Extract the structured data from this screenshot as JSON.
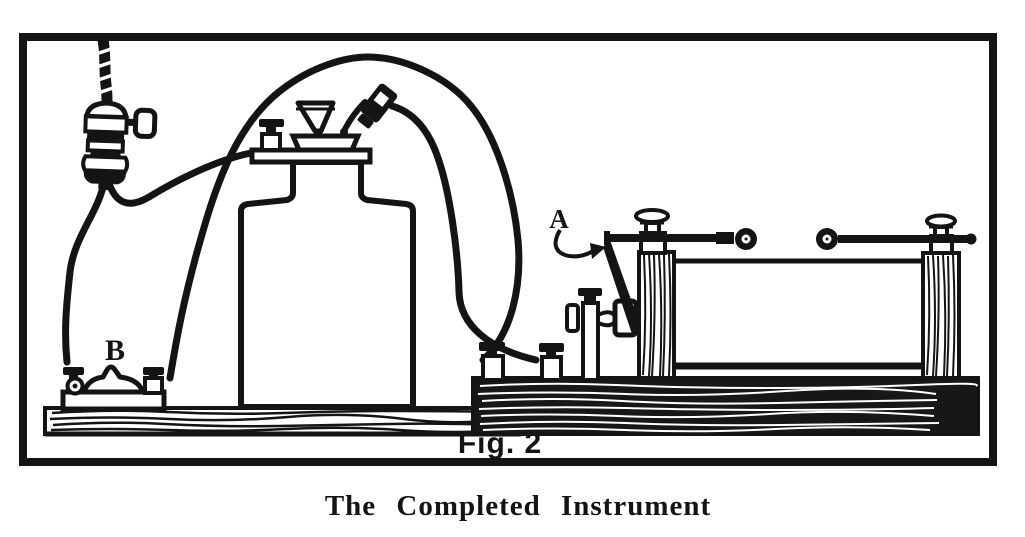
{
  "figure": {
    "labels": {
      "a": "A",
      "b": "B"
    },
    "fig_number": "Fig. 2",
    "caption": "The Completed Instrument",
    "colors": {
      "ink": "#141414",
      "paper": "#ffffff"
    }
  }
}
